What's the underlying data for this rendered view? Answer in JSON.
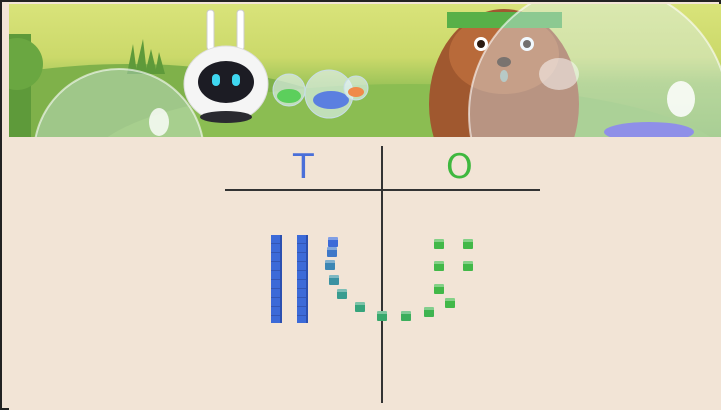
{
  "board": {
    "tens_label": "T",
    "ones_label": "O",
    "tens_color": "#4a6fd9",
    "ones_color": "#3fb83f",
    "tens_rods": 2,
    "ones_cubes_in_ones_column": 9
  },
  "scene": {
    "characters": [
      "robot",
      "hamster"
    ],
    "decorations": [
      "potion-bottles",
      "bubbles",
      "grass"
    ]
  }
}
